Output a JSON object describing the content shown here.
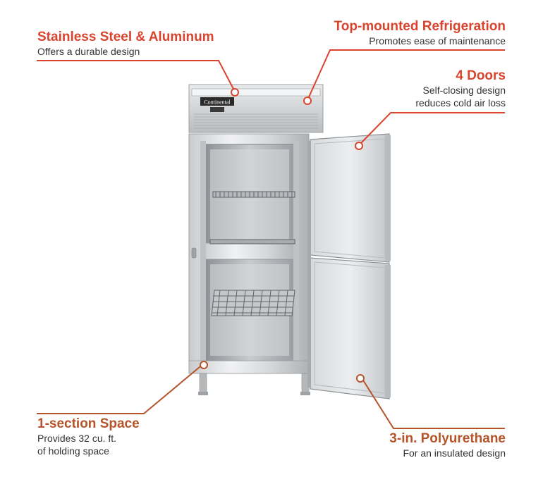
{
  "product": {
    "brand_logo": "Continental"
  },
  "colors": {
    "callout_red": "#d9442f",
    "callout_brown": "#b5542a",
    "body_text": "#333333"
  },
  "callouts": {
    "stainless": {
      "title": "Stainless Steel & Aluminum",
      "desc_lines": [
        "Offers a durable design"
      ]
    },
    "refrigeration": {
      "title": "Top-mounted Refrigeration",
      "desc_lines": [
        "Promotes ease of maintenance"
      ]
    },
    "doors": {
      "title": "4 Doors",
      "desc_lines": [
        "Self-closing design",
        "reduces cold air loss"
      ]
    },
    "space": {
      "title": "1-section Space",
      "desc_lines": [
        "Provides 32 cu. ft.",
        "of holding space"
      ]
    },
    "polyurethane": {
      "title": "3-in. Polyurethane",
      "desc_lines": [
        "For an insulated design"
      ]
    }
  }
}
